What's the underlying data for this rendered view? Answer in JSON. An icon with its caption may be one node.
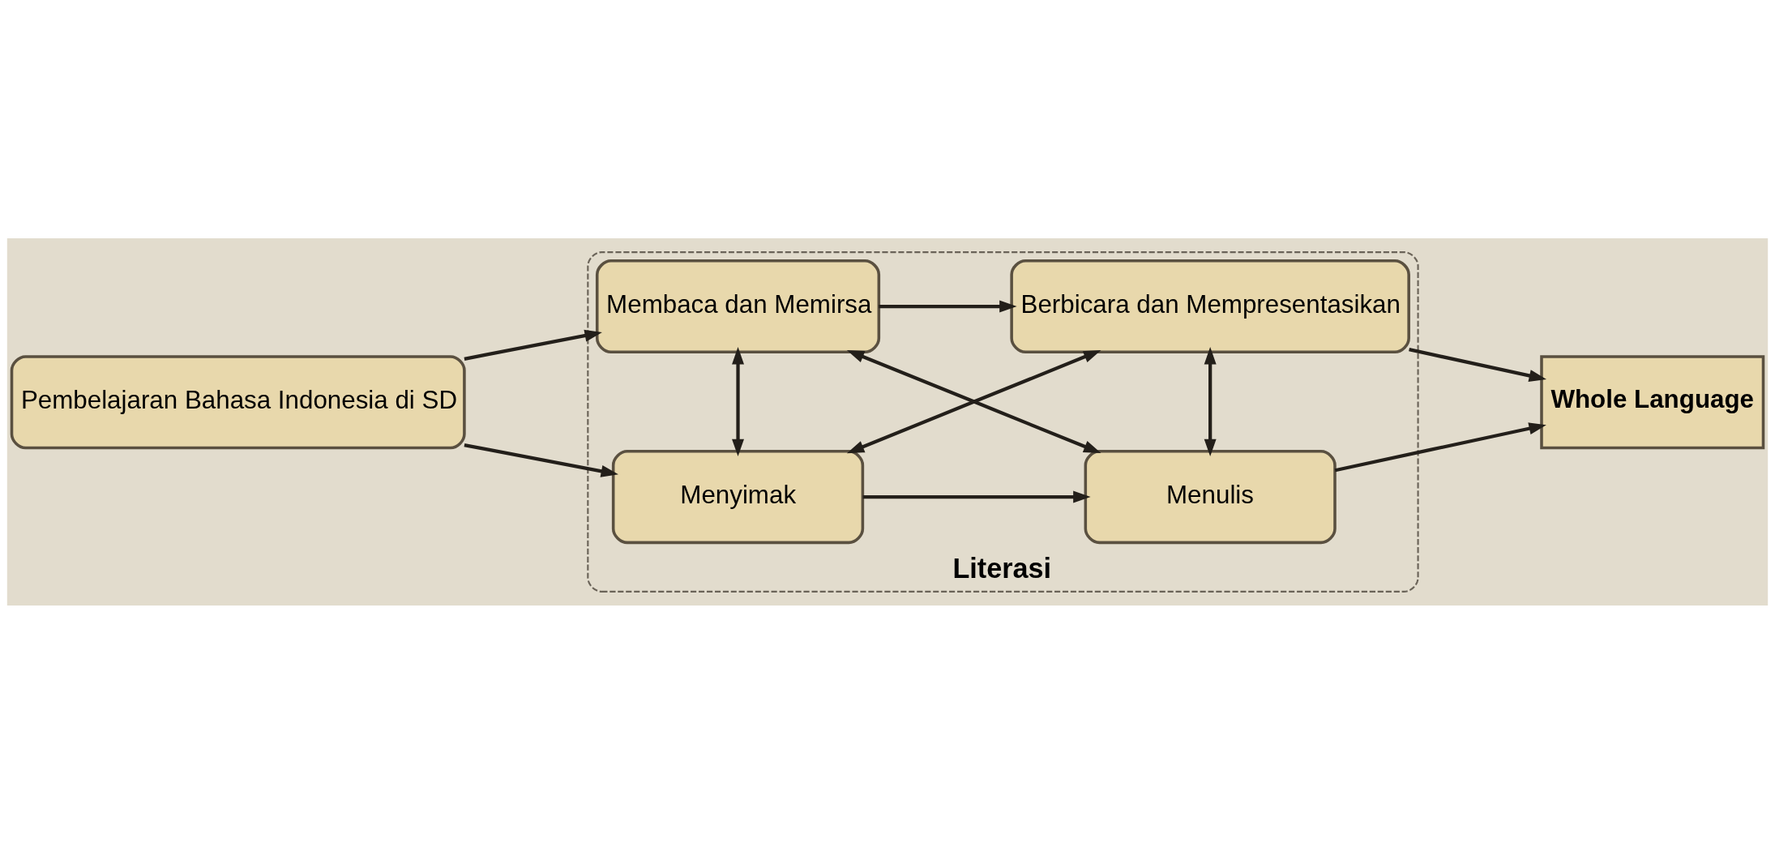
{
  "diagram": {
    "nodes": [
      {
        "text": [
          "Pembelajaran Bahasa Indonesia di SD"
        ]
      },
      {
        "text": [
          "Literasi"
        ]
      },
      {
        "text": [
          "Menyimak"
        ],
        "in": 1
      },
      {
        "text": [
          "Menulis"
        ],
        "in": 1
      },
      {
        "text": [
          "Membaca dan Memirsa"
        ],
        "in": 1
      },
      {
        "text": [
          "Berbicara dan Mempresentasikan"
        ],
        "in": 1
      },
      {
        "text": [
          "Whole Language"
        ]
      }
    ],
    "edges": [
      {
        "from": 0,
        "to": 2,
        "arrow": "to"
      },
      {
        "from": 0,
        "to": 4,
        "arrow": "to"
      },
      {
        "from": 2,
        "to": 3,
        "arrow": "to"
      },
      {
        "from": 4,
        "to": 5,
        "arrow": "to"
      },
      {
        "from": 2,
        "to": 4,
        "arrow": "both"
      },
      {
        "from": 3,
        "to": 5,
        "arrow": "both"
      },
      {
        "from": 2,
        "to": 5,
        "arrow": "both"
      },
      {
        "from": 3,
        "to": 4,
        "arrow": "both"
      },
      {
        "from": 3,
        "to": 6,
        "arrow": "to"
      },
      {
        "from": 5,
        "to": 6,
        "arrow": "to"
      }
    ]
  }
}
